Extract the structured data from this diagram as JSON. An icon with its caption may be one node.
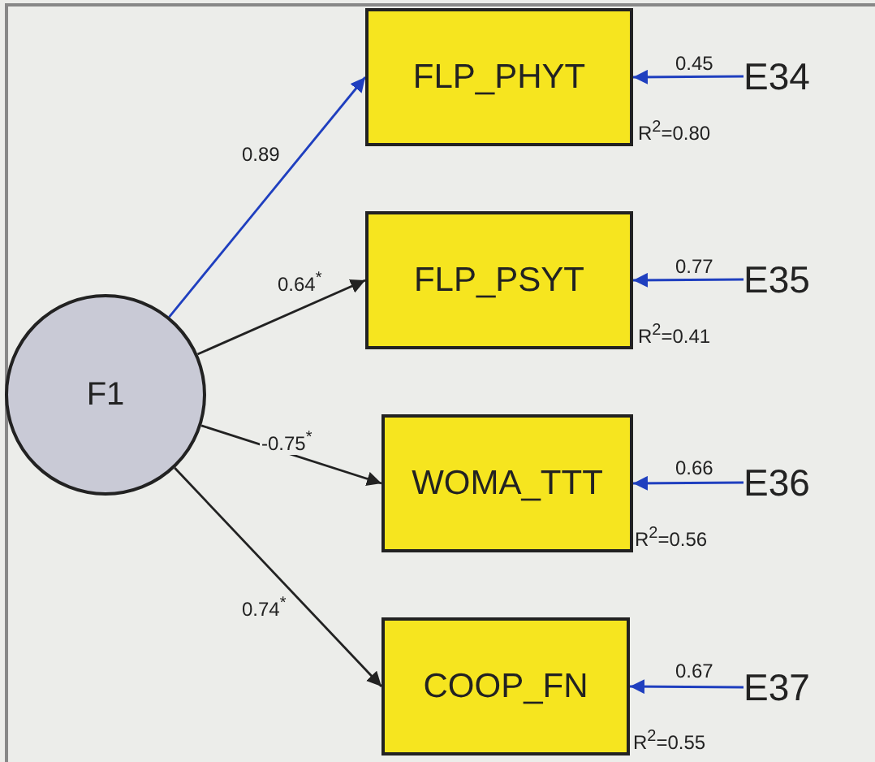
{
  "diagram": {
    "nodes": [
      {
        "text": [
          "F1"
        ]
      },
      {
        "text": [
          "FLP_PHYT"
        ],
        "beside": [
          "R$^{2}$=0.80"
        ]
      },
      {
        "text": [
          "FLP_PSYT"
        ],
        "beside": [
          "R$^{2}$=0.41"
        ]
      },
      {
        "text": [
          "WOMA_TTT"
        ],
        "beside": [
          "R$^{2}$=0.56"
        ]
      },
      {
        "text": [
          "COOP_FN"
        ],
        "beside": [
          "R$^{2}$=0.55"
        ]
      },
      {
        "text": [
          "E34"
        ]
      },
      {
        "text": [
          "E35"
        ]
      },
      {
        "text": [
          "E36"
        ]
      },
      {
        "text": [
          "E37"
        ]
      }
    ],
    "edges": [
      {
        "from": 0,
        "to": 1,
        "arrow": "to",
        "label": "0.89"
      },
      {
        "from": 0,
        "to": 2,
        "arrow": "to",
        "label": "0.64$^{*}$",
        "color": "#222222"
      },
      {
        "from": 0,
        "to": 3,
        "arrow": "to",
        "label": "-0.75$^{*}$",
        "color": "#222222"
      },
      {
        "from": 0,
        "to": 4,
        "arrow": "to",
        "label": "0.74$^{*}$",
        "color": "#222222"
      },
      {
        "from": 5,
        "to": 1,
        "arrow": "to",
        "label": "0.45"
      },
      {
        "from": 6,
        "to": 2,
        "arrow": "to",
        "label": "0.77"
      },
      {
        "from": 7,
        "to": 3,
        "arrow": "to",
        "label": "0.66"
      },
      {
        "from": 8,
        "to": 4,
        "arrow": "to",
        "label": "0.67"
      }
    ]
  }
}
